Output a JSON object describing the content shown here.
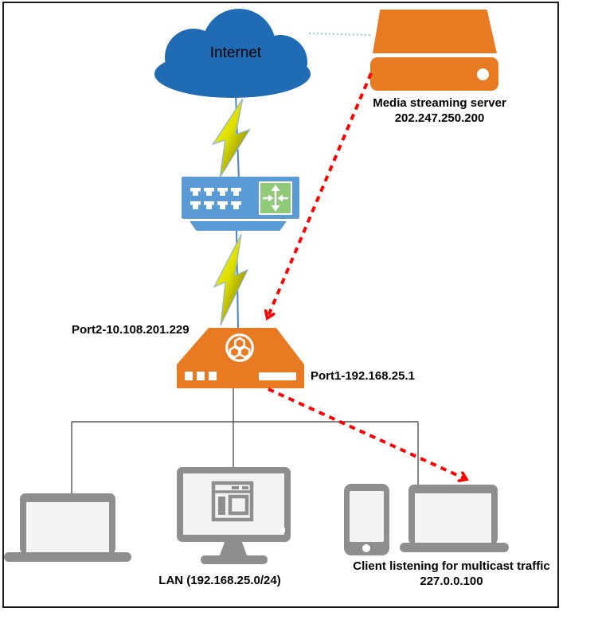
{
  "internet": {
    "label": "Internet"
  },
  "server": {
    "title": "Media streaming server",
    "ip": "202.247.250.200"
  },
  "firewall": {
    "port2": "Port2-10.108.201.229",
    "port1": "Port1-192.168.25.1"
  },
  "lan": {
    "label": "LAN (192.168.25.0/24)"
  },
  "client": {
    "line1": "Client listening for multicast traffic",
    "ip": "227.0.0.100"
  },
  "colors": {
    "cloud_blue": "#1f6cb4",
    "switch_blue": "#5b9bd5",
    "router_green": "#90c978",
    "device_orange": "#e87a22",
    "device_gray": "#8e8e8e",
    "screen_gray": "#f3f3f3",
    "multicast_arrow_red": "#fe0000",
    "bolt_yellow": "#f2f200",
    "bolt_olive": "#5e5e00",
    "link_blue": "#4b86c2",
    "dotted_link_blue": "#a6c4e4",
    "lan_line_gray": "#555555"
  }
}
